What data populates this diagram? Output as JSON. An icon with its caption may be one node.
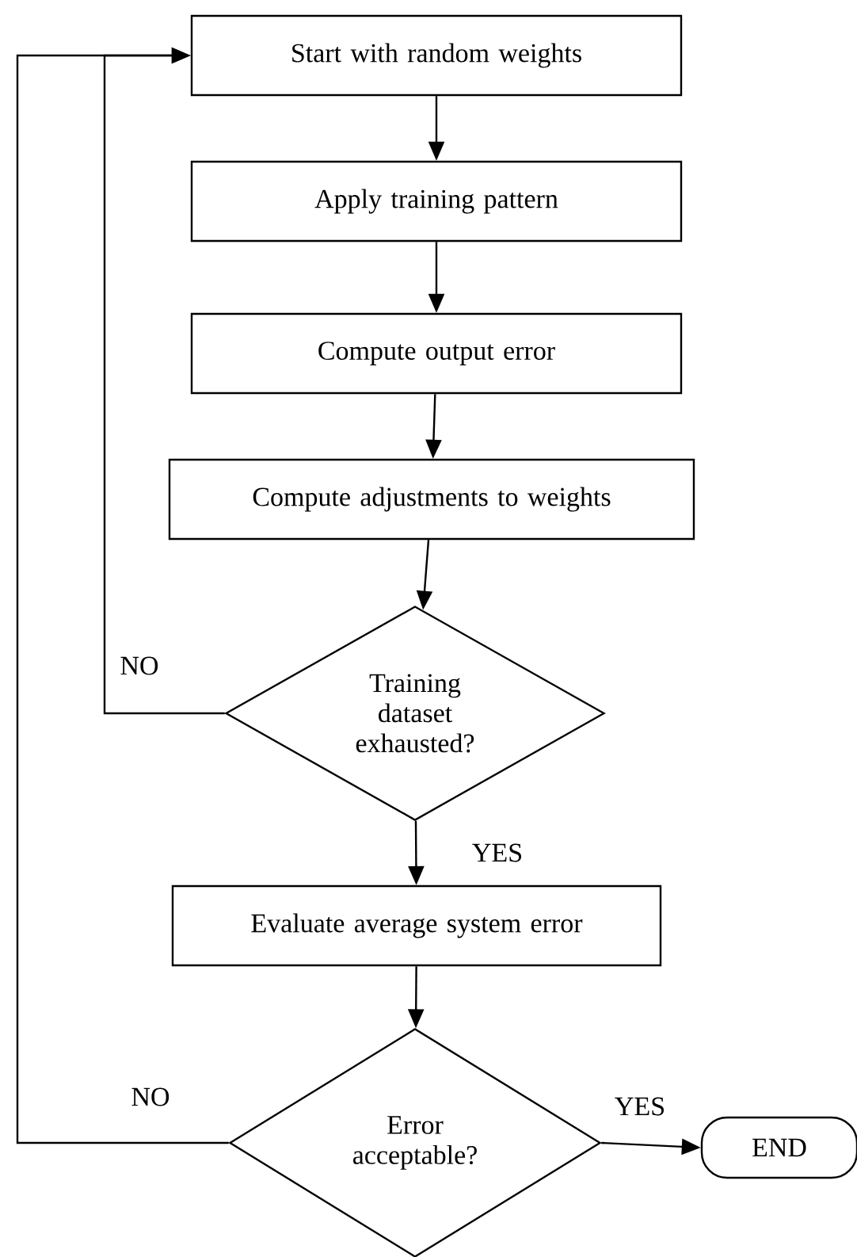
{
  "diagram": {
    "nodes": [
      {
        "text": [
          "Start with random weights"
        ]
      },
      {
        "text": [
          "Apply training pattern"
        ]
      },
      {
        "text": [
          "Compute output error"
        ]
      },
      {
        "text": [
          "Compute adjustments to weights"
        ]
      },
      {
        "text": [
          "Training dataset exhausted?"
        ]
      },
      {
        "text": [
          "Evaluate average system error"
        ]
      },
      {
        "text": [
          "Error acceptable?"
        ]
      },
      {
        "text": [
          "END"
        ]
      }
    ],
    "edges": [
      {
        "from": 0,
        "to": 1,
        "arrow": "to"
      },
      {
        "from": 1,
        "to": 2,
        "arrow": "to"
      },
      {
        "from": 2,
        "to": 3,
        "arrow": "to"
      },
      {
        "from": 3,
        "to": 4,
        "arrow": "to"
      },
      {
        "from": 4,
        "to": 5,
        "arrow": "to",
        "label": "YES"
      },
      {
        "from": 5,
        "to": 6,
        "arrow": "to"
      },
      {
        "from": 6,
        "to": 7,
        "arrow": "to",
        "label": "YES"
      },
      {
        "from": 4,
        "to": 0,
        "arrow": "to",
        "label": "NO"
      },
      {
        "from": 6,
        "to": 0,
        "arrow": "to",
        "label": "NO"
      }
    ]
  }
}
